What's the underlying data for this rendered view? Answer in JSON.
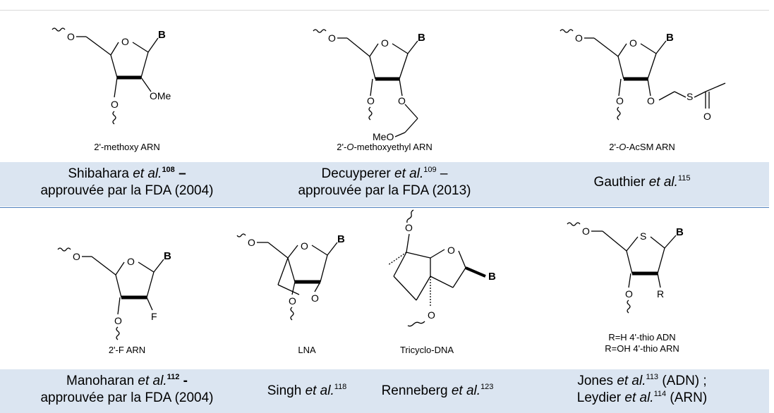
{
  "rows": [
    {
      "structures": [
        {
          "caption": "2'-methoxy ARN",
          "labels": {
            "base": "B",
            "ring_o": "O",
            "o5": "O",
            "o3": "O",
            "sub": "OMe"
          }
        },
        {
          "caption_parts": [
            "2'-",
            "O",
            "-methoxyethyl ARN"
          ],
          "labels": {
            "base": "B",
            "ring_o": "O",
            "o5": "O",
            "o3": "O",
            "o2": "O",
            "meo": "MeO"
          }
        },
        {
          "caption_parts": [
            "2'-",
            "O",
            "-AcSM ARN"
          ],
          "labels": {
            "base": "B",
            "ring_o": "O",
            "o5": "O",
            "o3": "O",
            "o2": "O",
            "s": "S",
            "oc": "O"
          }
        }
      ],
      "refs": [
        {
          "lines": [
            {
              "name": "Shibahara ",
              "etal": "et al.",
              "sup": "108",
              "sup_bold": true,
              "tail": " –"
            },
            {
              "text": "approuvée par la FDA (2004)"
            }
          ]
        },
        {
          "lines": [
            {
              "name": "Decuyperer ",
              "etal": "et al.",
              "sup": "109",
              "sup_bold": false,
              "tail": " –"
            },
            {
              "text": "approuvée par la FDA (2013)"
            }
          ]
        },
        {
          "lines": [
            {
              "name": "Gauthier ",
              "etal": "et al.",
              "sup": "115",
              "sup_bold": false,
              "tail": ""
            }
          ]
        }
      ]
    },
    {
      "structures": [
        {
          "caption": "2'-F ARN",
          "labels": {
            "base": "B",
            "ring_o": "O",
            "o5": "O",
            "o3": "O",
            "sub": "F"
          }
        },
        {
          "caption": "LNA",
          "labels": {
            "base": "B",
            "ring_o": "O",
            "o5": "O",
            "o3": "O",
            "bridge_o": "O"
          }
        },
        {
          "caption": "Tricyclo-DNA",
          "labels": {
            "base": "B",
            "ring_o": "O",
            "o5": "O",
            "o3": "O"
          }
        },
        {
          "caption_lines": [
            "R=H 4'-thio ADN",
            "R=OH 4'-thio ARN"
          ],
          "labels": {
            "base": "B",
            "ring_s": "S",
            "o5": "O",
            "o3": "O",
            "r": "R"
          }
        }
      ],
      "refs": [
        {
          "lines": [
            {
              "name": "Manoharan ",
              "etal": "et al.",
              "sup": "112",
              "sup_bold": true,
              "tail": " -"
            },
            {
              "text": "approuvée par la FDA (2004)"
            }
          ]
        },
        {
          "lines": [
            {
              "name": "Singh ",
              "etal": "et al.",
              "sup": "118",
              "sup_bold": false,
              "tail": ""
            }
          ]
        },
        {
          "lines": [
            {
              "name": "Renneberg ",
              "etal": "et al.",
              "sup": "123",
              "sup_bold": false,
              "tail": ""
            }
          ]
        },
        {
          "lines": [
            {
              "name": "Jones ",
              "etal": "et al.",
              "sup": "113",
              "sup_bold": false,
              "tail": " (ADN) ;"
            },
            {
              "name": "Leydier ",
              "etal": "et al.",
              "sup": "114",
              "sup_bold": false,
              "tail": " (ARN)"
            }
          ]
        }
      ]
    }
  ]
}
